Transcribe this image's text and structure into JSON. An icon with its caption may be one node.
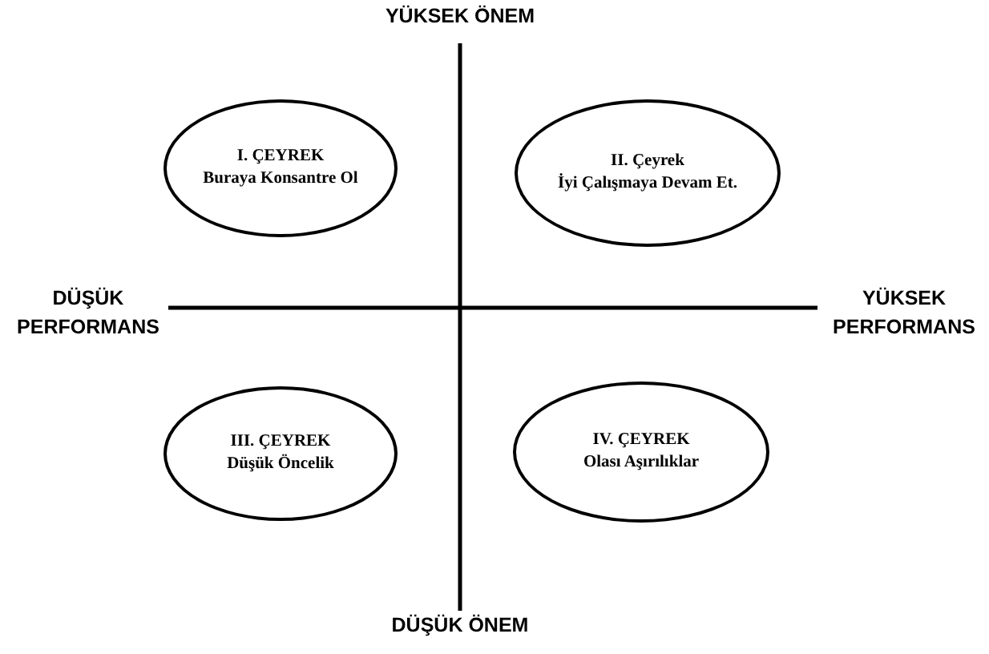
{
  "diagram": {
    "nodes": [
      {
        "text": [
          "I. ÇEYREK",
          "Buraya Konsantre Ol"
        ]
      },
      {
        "text": [
          "II. Çeyrek",
          "İyi Çalışmaya Devam Et."
        ]
      },
      {
        "text": [
          "III. ÇEYREK",
          "Düşük Öncelik"
        ]
      },
      {
        "text": [
          "IV. ÇEYREK",
          "Olası Aşırılıklar"
        ]
      }
    ],
    "labels": [
      "YÜKSEK ÖNEM",
      "DÜŞÜK PERFORMANS",
      "YÜKSEK PERFORMANS",
      "DÜŞÜK ÖNEM"
    ]
  }
}
